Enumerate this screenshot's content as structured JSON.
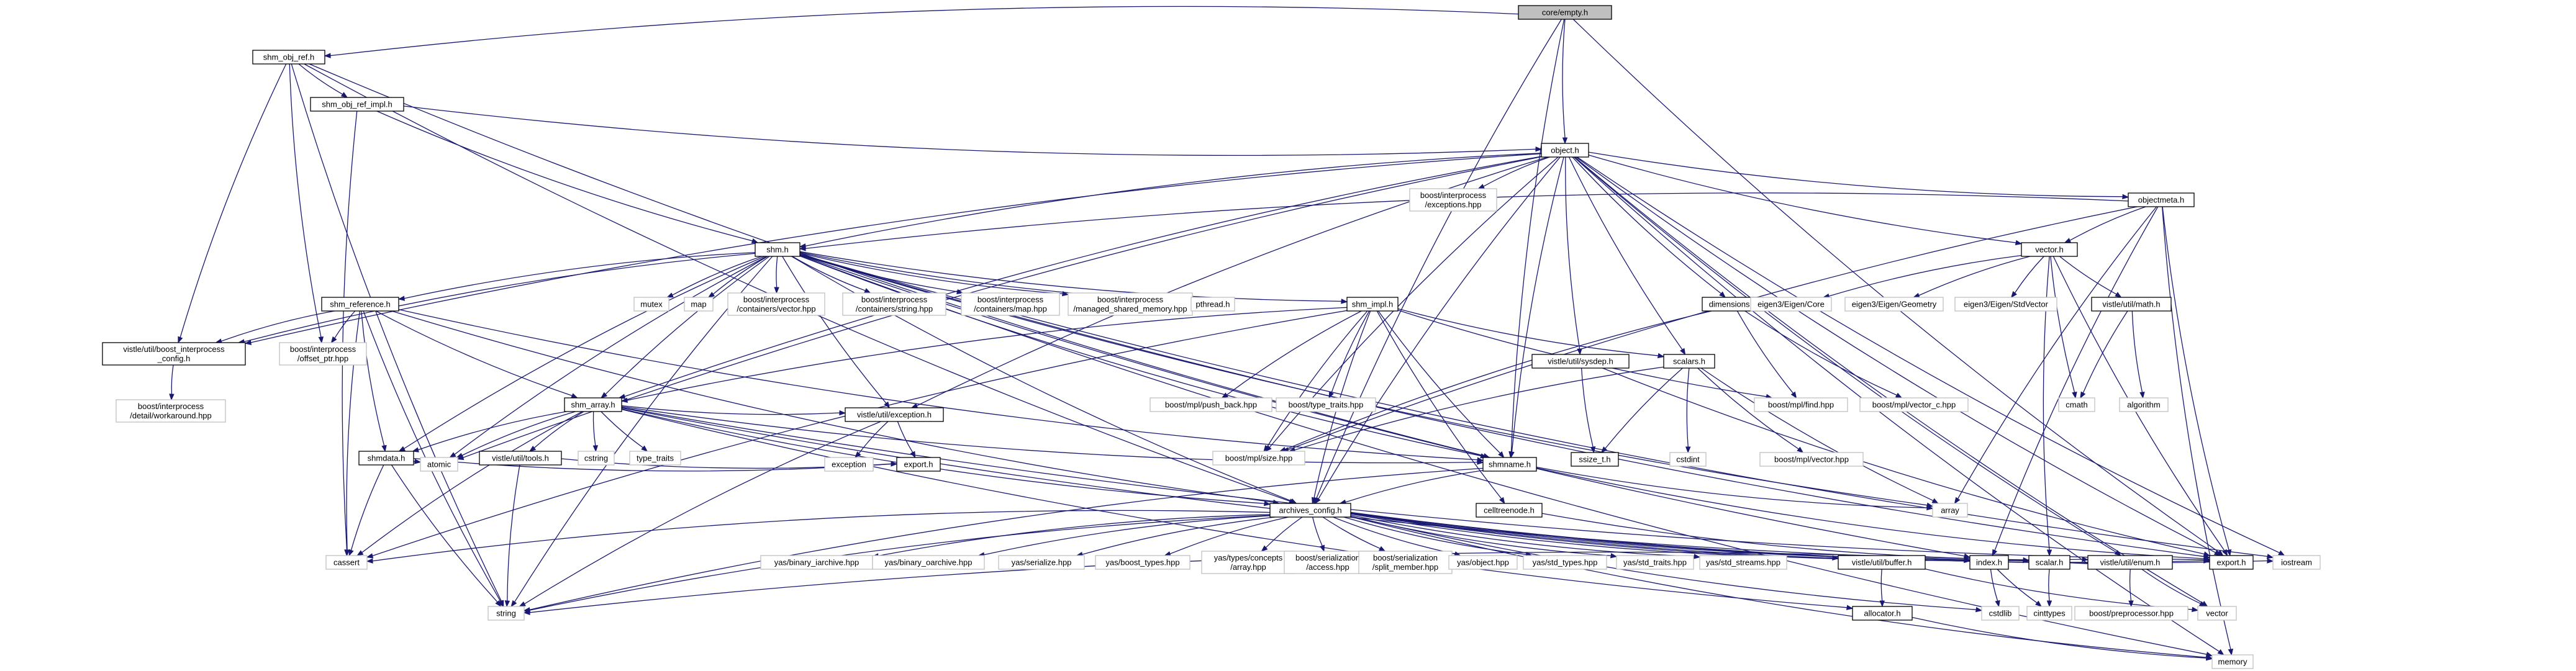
{
  "graph": {
    "root": "core/empty.h",
    "colors": {
      "edge": "#191970",
      "documented_border": "#000000",
      "external_border": "#bfbfbf",
      "root_fill": "#bfbfbf",
      "node_fill": "#ffffff"
    },
    "nodes": [
      {
        "id": "empty",
        "lines": [
          "core/empty.h"
        ],
        "kind": "root"
      },
      {
        "id": "shm_obj_ref",
        "lines": [
          "shm_obj_ref.h"
        ],
        "kind": "doc"
      },
      {
        "id": "shm_obj_ref_impl",
        "lines": [
          "shm_obj_ref_impl.h"
        ],
        "kind": "doc"
      },
      {
        "id": "object",
        "lines": [
          "object.h"
        ],
        "kind": "doc"
      },
      {
        "id": "bi_exceptions",
        "lines": [
          "boost/interprocess",
          "/exceptions.hpp"
        ],
        "kind": "ext"
      },
      {
        "id": "objectmeta",
        "lines": [
          "objectmeta.h"
        ],
        "kind": "doc"
      },
      {
        "id": "vector_h",
        "lines": [
          "vector.h"
        ],
        "kind": "doc"
      },
      {
        "id": "shm",
        "lines": [
          "shm.h"
        ],
        "kind": "doc"
      },
      {
        "id": "mutex",
        "lines": [
          "mutex"
        ],
        "kind": "ext"
      },
      {
        "id": "map",
        "lines": [
          "map"
        ],
        "kind": "ext"
      },
      {
        "id": "bi_cont_vector",
        "lines": [
          "boost/interprocess",
          "/containers/vector.hpp"
        ],
        "kind": "ext"
      },
      {
        "id": "bi_cont_string",
        "lines": [
          "boost/interprocess",
          "/containers/string.hpp"
        ],
        "kind": "ext"
      },
      {
        "id": "bi_cont_map",
        "lines": [
          "boost/interprocess",
          "/containers/map.hpp"
        ],
        "kind": "ext"
      },
      {
        "id": "bi_managed",
        "lines": [
          "boost/interprocess",
          "/managed_shared_memory.hpp"
        ],
        "kind": "ext"
      },
      {
        "id": "pthread",
        "lines": [
          "pthread.h"
        ],
        "kind": "ext"
      },
      {
        "id": "shm_impl",
        "lines": [
          "shm_impl.h"
        ],
        "kind": "doc"
      },
      {
        "id": "dimensions",
        "lines": [
          "dimensions.h"
        ],
        "kind": "doc"
      },
      {
        "id": "eigen_core",
        "lines": [
          "eigen3/Eigen/Core"
        ],
        "kind": "ext"
      },
      {
        "id": "eigen_geom",
        "lines": [
          "eigen3/Eigen/Geometry"
        ],
        "kind": "ext"
      },
      {
        "id": "eigen_stdvec",
        "lines": [
          "eigen3/Eigen/StdVector"
        ],
        "kind": "ext"
      },
      {
        "id": "vistle_math",
        "lines": [
          "vistle/util/math.h"
        ],
        "kind": "doc"
      },
      {
        "id": "shm_reference",
        "lines": [
          "shm_reference.h"
        ],
        "kind": "doc"
      },
      {
        "id": "bi_config",
        "lines": [
          "vistle/util/boost_interprocess",
          "_config.h"
        ],
        "kind": "doc"
      },
      {
        "id": "bi_offset",
        "lines": [
          "boost/interprocess",
          "/offset_ptr.hpp"
        ],
        "kind": "ext"
      },
      {
        "id": "bi_workaround",
        "lines": [
          "boost/interprocess",
          "/detail/workaround.hpp"
        ],
        "kind": "ext"
      },
      {
        "id": "shm_array",
        "lines": [
          "shm_array.h"
        ],
        "kind": "doc"
      },
      {
        "id": "mpl_push_back",
        "lines": [
          "boost/mpl/push_back.hpp"
        ],
        "kind": "ext"
      },
      {
        "id": "type_traits_hpp",
        "lines": [
          "boost/type_traits.hpp"
        ],
        "kind": "ext"
      },
      {
        "id": "mpl_find",
        "lines": [
          "boost/mpl/find.hpp"
        ],
        "kind": "ext"
      },
      {
        "id": "mpl_vector_c",
        "lines": [
          "boost/mpl/vector_c.hpp"
        ],
        "kind": "ext"
      },
      {
        "id": "cmath",
        "lines": [
          "cmath"
        ],
        "kind": "ext"
      },
      {
        "id": "algorithm",
        "lines": [
          "algorithm"
        ],
        "kind": "ext"
      },
      {
        "id": "sysdep",
        "lines": [
          "vistle/util/sysdep.h"
        ],
        "kind": "doc"
      },
      {
        "id": "scalars",
        "lines": [
          "scalars.h"
        ],
        "kind": "doc"
      },
      {
        "id": "shmdata",
        "lines": [
          "shmdata.h"
        ],
        "kind": "doc"
      },
      {
        "id": "vistle_tools",
        "lines": [
          "vistle/util/tools.h"
        ],
        "kind": "doc"
      },
      {
        "id": "cstring",
        "lines": [
          "cstring"
        ],
        "kind": "ext"
      },
      {
        "id": "type_traits",
        "lines": [
          "type_traits"
        ],
        "kind": "ext"
      },
      {
        "id": "vistle_exception",
        "lines": [
          "vistle/util/exception.h"
        ],
        "kind": "doc"
      },
      {
        "id": "mpl_size",
        "lines": [
          "boost/mpl/size.hpp"
        ],
        "kind": "ext"
      },
      {
        "id": "ssize_t",
        "lines": [
          "ssize_t.h"
        ],
        "kind": "doc"
      },
      {
        "id": "cstdint",
        "lines": [
          "cstdint"
        ],
        "kind": "ext"
      },
      {
        "id": "mpl_vector",
        "lines": [
          "boost/mpl/vector.hpp"
        ],
        "kind": "ext"
      },
      {
        "id": "atomic",
        "lines": [
          "atomic"
        ],
        "kind": "ext"
      },
      {
        "id": "exception",
        "lines": [
          "exception"
        ],
        "kind": "ext"
      },
      {
        "id": "export_h1",
        "lines": [
          "export.h"
        ],
        "kind": "doc"
      },
      {
        "id": "shmname",
        "lines": [
          "shmname.h"
        ],
        "kind": "doc"
      },
      {
        "id": "array",
        "lines": [
          "array"
        ],
        "kind": "ext"
      },
      {
        "id": "celltreenode",
        "lines": [
          "celltreenode.h"
        ],
        "kind": "doc"
      },
      {
        "id": "archives_config",
        "lines": [
          "archives_config.h"
        ],
        "kind": "doc"
      },
      {
        "id": "cassert",
        "lines": [
          "cassert"
        ],
        "kind": "ext"
      },
      {
        "id": "string",
        "lines": [
          "string"
        ],
        "kind": "ext"
      },
      {
        "id": "yas_binary_iarchive",
        "lines": [
          "yas/binary_iarchive.hpp"
        ],
        "kind": "ext"
      },
      {
        "id": "yas_binary_oarchive",
        "lines": [
          "yas/binary_oarchive.hpp"
        ],
        "kind": "ext"
      },
      {
        "id": "yas_serialize",
        "lines": [
          "yas/serialize.hpp"
        ],
        "kind": "ext"
      },
      {
        "id": "yas_boost_types",
        "lines": [
          "yas/boost_types.hpp"
        ],
        "kind": "ext"
      },
      {
        "id": "yas_concepts_array",
        "lines": [
          "yas/types/concepts",
          "/array.hpp"
        ],
        "kind": "ext"
      },
      {
        "id": "bs_access",
        "lines": [
          "boost/serialization",
          "/access.hpp"
        ],
        "kind": "ext"
      },
      {
        "id": "bs_split_member",
        "lines": [
          "boost/serialization",
          "/split_member.hpp"
        ],
        "kind": "ext"
      },
      {
        "id": "yas_object",
        "lines": [
          "yas/object.hpp"
        ],
        "kind": "ext"
      },
      {
        "id": "yas_std_types",
        "lines": [
          "yas/std_types.hpp"
        ],
        "kind": "ext"
      },
      {
        "id": "yas_std_traits",
        "lines": [
          "yas/std_traits.hpp"
        ],
        "kind": "ext"
      },
      {
        "id": "yas_std_streams",
        "lines": [
          "yas/std_streams.hpp"
        ],
        "kind": "ext"
      },
      {
        "id": "vistle_buffer",
        "lines": [
          "vistle/util/buffer.h"
        ],
        "kind": "doc"
      },
      {
        "id": "index_h",
        "lines": [
          "index.h"
        ],
        "kind": "doc"
      },
      {
        "id": "scalar_h",
        "lines": [
          "scalar.h"
        ],
        "kind": "doc"
      },
      {
        "id": "vistle_enum",
        "lines": [
          "vistle/util/enum.h"
        ],
        "kind": "doc"
      },
      {
        "id": "export_h2",
        "lines": [
          "export.h"
        ],
        "kind": "doc"
      },
      {
        "id": "iostream",
        "lines": [
          "iostream"
        ],
        "kind": "ext"
      },
      {
        "id": "allocator",
        "lines": [
          "allocator.h"
        ],
        "kind": "doc"
      },
      {
        "id": "cstdlib",
        "lines": [
          "cstdlib"
        ],
        "kind": "ext"
      },
      {
        "id": "cinttypes",
        "lines": [
          "cinttypes"
        ],
        "kind": "ext"
      },
      {
        "id": "boost_preprocessor",
        "lines": [
          "boost/preprocessor.hpp"
        ],
        "kind": "ext"
      },
      {
        "id": "vector_std",
        "lines": [
          "vector"
        ],
        "kind": "ext"
      },
      {
        "id": "memory",
        "lines": [
          "memory"
        ],
        "kind": "ext"
      }
    ],
    "edges": [
      [
        "empty",
        "shm_obj_ref"
      ],
      [
        "empty",
        "object"
      ],
      [
        "empty",
        "archives_config"
      ],
      [
        "empty",
        "export_h2"
      ],
      [
        "empty",
        "shmname"
      ],
      [
        "shm_obj_ref",
        "shm_obj_ref_impl"
      ],
      [
        "shm_obj_ref",
        "bi_config"
      ],
      [
        "shm_obj_ref",
        "bi_offset"
      ],
      [
        "shm_obj_ref",
        "string"
      ],
      [
        "shm_obj_ref",
        "shmname"
      ],
      [
        "shm_obj_ref",
        "archives_config"
      ],
      [
        "shm_obj_ref_impl",
        "object"
      ],
      [
        "shm_obj_ref_impl",
        "shm"
      ],
      [
        "shm_obj_ref_impl",
        "cassert"
      ],
      [
        "object",
        "bi_exceptions"
      ],
      [
        "object",
        "objectmeta"
      ],
      [
        "object",
        "shm"
      ],
      [
        "object",
        "dimensions"
      ],
      [
        "object",
        "vector_h"
      ],
      [
        "object",
        "sysdep"
      ],
      [
        "object",
        "scalars"
      ],
      [
        "object",
        "shmname"
      ],
      [
        "object",
        "shm_array"
      ],
      [
        "object",
        "bi_config"
      ],
      [
        "object",
        "archives_config"
      ],
      [
        "object",
        "vistle_exception"
      ],
      [
        "object",
        "export_h2"
      ],
      [
        "object",
        "memory"
      ],
      [
        "object",
        "iostream"
      ],
      [
        "object",
        "vector_std"
      ],
      [
        "object",
        "atomic"
      ],
      [
        "object",
        "mpl_size"
      ],
      [
        "object",
        "vistle_enum"
      ],
      [
        "objectmeta",
        "vector_h"
      ],
      [
        "objectmeta",
        "shm"
      ],
      [
        "objectmeta",
        "export_h2"
      ],
      [
        "objectmeta",
        "array"
      ],
      [
        "objectmeta",
        "index_h"
      ],
      [
        "objectmeta",
        "memory"
      ],
      [
        "objectmeta",
        "mpl_size"
      ],
      [
        "vector_h",
        "eigen_core"
      ],
      [
        "vector_h",
        "eigen_geom"
      ],
      [
        "vector_h",
        "eigen_stdvec"
      ],
      [
        "vector_h",
        "vistle_math"
      ],
      [
        "vector_h",
        "cmath"
      ],
      [
        "vector_h",
        "scalar_h"
      ],
      [
        "vector_h",
        "export_h2"
      ],
      [
        "vistle_math",
        "cmath"
      ],
      [
        "vistle_math",
        "algorithm"
      ],
      [
        "dimensions",
        "mpl_find"
      ],
      [
        "dimensions",
        "mpl_vector_c"
      ],
      [
        "dimensions",
        "mpl_size"
      ],
      [
        "shm",
        "mutex"
      ],
      [
        "shm",
        "map"
      ],
      [
        "shm",
        "bi_cont_vector"
      ],
      [
        "shm",
        "bi_cont_string"
      ],
      [
        "shm",
        "bi_cont_map"
      ],
      [
        "shm",
        "bi_managed"
      ],
      [
        "shm",
        "pthread"
      ],
      [
        "shm",
        "shm_impl"
      ],
      [
        "shm",
        "shm_reference"
      ],
      [
        "shm",
        "bi_config"
      ],
      [
        "shm",
        "shm_array"
      ],
      [
        "shm",
        "shmname"
      ],
      [
        "shm",
        "archives_config"
      ],
      [
        "shm",
        "vistle_exception"
      ],
      [
        "shm",
        "string"
      ],
      [
        "shm",
        "atomic"
      ],
      [
        "shm",
        "array"
      ],
      [
        "shm",
        "index_h"
      ],
      [
        "shm",
        "export_h2"
      ],
      [
        "shm",
        "iostream"
      ],
      [
        "shm",
        "memory"
      ],
      [
        "shm",
        "shmdata"
      ],
      [
        "shm_impl",
        "mpl_push_back"
      ],
      [
        "shm_impl",
        "type_traits_hpp"
      ],
      [
        "shm_impl",
        "mpl_find"
      ],
      [
        "shm_impl",
        "mpl_size"
      ],
      [
        "shm_impl",
        "scalars"
      ],
      [
        "shm_impl",
        "shm_array"
      ],
      [
        "shm_impl",
        "celltreenode"
      ],
      [
        "shm_impl",
        "archives_config"
      ],
      [
        "shm_impl",
        "cassert"
      ],
      [
        "shm_impl",
        "shmname"
      ],
      [
        "shm_reference",
        "bi_config"
      ],
      [
        "shm_reference",
        "bi_offset"
      ],
      [
        "shm_reference",
        "shm_array"
      ],
      [
        "shm_reference",
        "shmdata"
      ],
      [
        "shm_reference",
        "cassert"
      ],
      [
        "shm_reference",
        "string"
      ],
      [
        "shm_reference",
        "shmname"
      ],
      [
        "shm_reference",
        "archives_config"
      ],
      [
        "bi_config",
        "bi_workaround"
      ],
      [
        "shm_array",
        "shmdata"
      ],
      [
        "shm_array",
        "vistle_tools"
      ],
      [
        "shm_array",
        "cstring"
      ],
      [
        "shm_array",
        "type_traits"
      ],
      [
        "shm_array",
        "vistle_exception"
      ],
      [
        "shm_array",
        "atomic"
      ],
      [
        "shm_array",
        "cassert"
      ],
      [
        "shm_array",
        "allocator"
      ],
      [
        "shm_array",
        "archives_config"
      ],
      [
        "shm_array",
        "shmname"
      ],
      [
        "shm_array",
        "index_h"
      ],
      [
        "shm_array",
        "export_h2"
      ],
      [
        "shmdata",
        "atomic"
      ],
      [
        "shmdata",
        "string"
      ],
      [
        "shmdata",
        "cassert"
      ],
      [
        "shmdata",
        "export_h1"
      ],
      [
        "vistle_tools",
        "string"
      ],
      [
        "vistle_tools",
        "export_h1"
      ],
      [
        "vistle_exception",
        "exception"
      ],
      [
        "vistle_exception",
        "export_h1"
      ],
      [
        "vistle_exception",
        "string"
      ],
      [
        "sysdep",
        "ssize_t"
      ],
      [
        "sysdep",
        "export_h2"
      ],
      [
        "scalars",
        "mpl_vector"
      ],
      [
        "scalars",
        "mpl_size"
      ],
      [
        "scalars",
        "cstdint"
      ],
      [
        "scalars",
        "ssize_t"
      ],
      [
        "scalars",
        "array"
      ],
      [
        "shmname",
        "array"
      ],
      [
        "shmname",
        "string"
      ],
      [
        "shmname",
        "export_h2"
      ],
      [
        "shmname",
        "archives_config"
      ],
      [
        "celltreenode",
        "scalar_h"
      ],
      [
        "archives_config",
        "cassert"
      ],
      [
        "archives_config",
        "string"
      ],
      [
        "archives_config",
        "yas_binary_iarchive"
      ],
      [
        "archives_config",
        "yas_binary_oarchive"
      ],
      [
        "archives_config",
        "yas_serialize"
      ],
      [
        "archives_config",
        "yas_boost_types"
      ],
      [
        "archives_config",
        "yas_concepts_array"
      ],
      [
        "archives_config",
        "bs_access"
      ],
      [
        "archives_config",
        "bs_split_member"
      ],
      [
        "archives_config",
        "yas_object"
      ],
      [
        "archives_config",
        "yas_std_types"
      ],
      [
        "archives_config",
        "yas_std_traits"
      ],
      [
        "archives_config",
        "yas_std_streams"
      ],
      [
        "archives_config",
        "vistle_buffer"
      ],
      [
        "archives_config",
        "index_h"
      ],
      [
        "archives_config",
        "scalar_h"
      ],
      [
        "archives_config",
        "vistle_enum"
      ],
      [
        "archives_config",
        "export_h2"
      ],
      [
        "archives_config",
        "iostream"
      ],
      [
        "archives_config",
        "cstdlib"
      ],
      [
        "archives_config",
        "memory"
      ],
      [
        "vistle_buffer",
        "allocator"
      ],
      [
        "vistle_buffer",
        "vector_std"
      ],
      [
        "index_h",
        "cstdlib"
      ],
      [
        "index_h",
        "cinttypes"
      ],
      [
        "scalar_h",
        "cinttypes"
      ],
      [
        "vistle_enum",
        "boost_preprocessor"
      ],
      [
        "vistle_enum",
        "vector_std"
      ],
      [
        "vistle_enum",
        "string"
      ],
      [
        "allocator",
        "memory"
      ]
    ]
  }
}
